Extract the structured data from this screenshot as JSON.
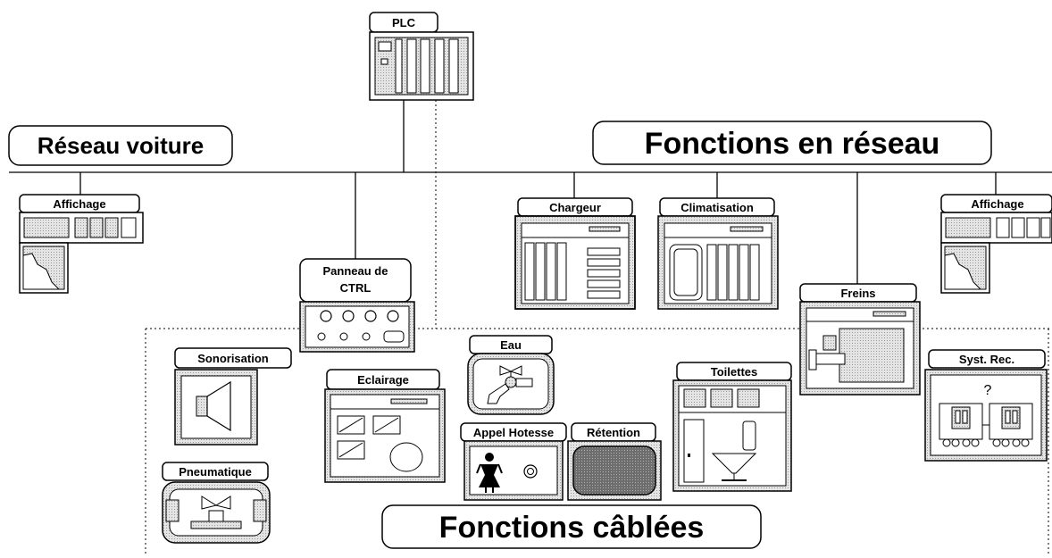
{
  "labels": {
    "plc": "PLC",
    "reseau_voiture": "Réseau voiture",
    "fonctions_reseau": "Fonctions en réseau",
    "fonctions_cablees": "Fonctions câblées",
    "affichage_left": "Affichage",
    "affichage_right": "Affichage",
    "chargeur": "Chargeur",
    "climatisation": "Climatisation",
    "freins": "Freins",
    "panneau_line1": "Panneau de",
    "panneau_line2": "CTRL",
    "sonorisation": "Sonorisation",
    "eclairage": "Eclairage",
    "eau": "Eau",
    "toilettes": "Toilettes",
    "syst_rec": "Syst. Rec.",
    "syst_rec_symbol": "?",
    "appel_hotesse": "Appel Hotesse",
    "retention": "Rétention",
    "pneumatique": "Pneumatique"
  },
  "colors": {
    "stroke": "#000000",
    "panel_fill": "#ffffff",
    "shade": "#cfcfcf",
    "dark_fill": "#707070"
  }
}
